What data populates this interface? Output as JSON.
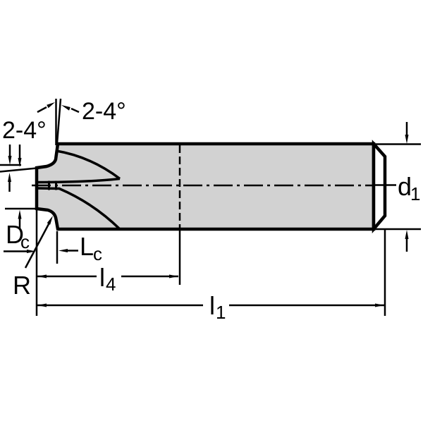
{
  "drawing": {
    "background": "#ffffff",
    "outline_color": "#000000",
    "body_fill": "#d2d2d2",
    "labels": {
      "angle_top": "2-4°",
      "angle_left": "2-4°",
      "shank_diameter_main": "d",
      "shank_diameter_sub": "1",
      "cutting_diameter_main": "D",
      "cutting_diameter_sub": "c",
      "length_of_cut_main": "L",
      "length_of_cut_sub": "c",
      "corner_radius": "R",
      "cutter_length_main": "l",
      "cutter_length_sub": "4",
      "overall_length_main": "l",
      "overall_length_sub": "1"
    }
  }
}
